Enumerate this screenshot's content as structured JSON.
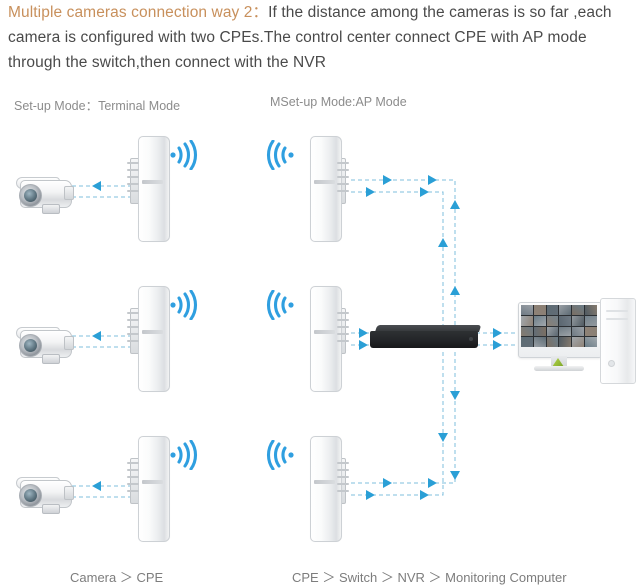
{
  "header": {
    "title": "Multiple cameras connection way 2",
    "colon": "：",
    "body": "If the distance among the cameras is so far ,each camera is configured with two CPEs.The control center connect CPE with AP mode through the switch,then connect with the NVR",
    "title_color": "#c8905c",
    "body_color": "#4a4a4a"
  },
  "labels": {
    "left": "Set-up Mode：Terminal Mode",
    "right": "MSet-up Mode:AP Mode"
  },
  "captions": {
    "left": "Camera ＞ CPE",
    "right": "CPE ＞ Switch ＞ NVR ＞ Monitoring Computer"
  },
  "colors": {
    "link": "#3aa7d4",
    "arrow": "#2a9fd6",
    "wifi": "#2f9fe0",
    "nvr": "#232528",
    "label_text": "#8c8c8c"
  },
  "devices": {
    "cameras": [
      {
        "name": "camera-row-1",
        "row": 1
      },
      {
        "name": "camera-row-2",
        "row": 2
      },
      {
        "name": "camera-row-3",
        "row": 3
      }
    ],
    "cpe_terminal": [
      {
        "name": "cpe-terminal-row-1",
        "mode": "Terminal Mode",
        "row": 1
      },
      {
        "name": "cpe-terminal-row-2",
        "mode": "Terminal Mode",
        "row": 2
      },
      {
        "name": "cpe-terminal-row-3",
        "mode": "Terminal Mode",
        "row": 3
      }
    ],
    "cpe_ap": [
      {
        "name": "cpe-ap-row-1",
        "mode": "AP Mode",
        "row": 1
      },
      {
        "name": "cpe-ap-row-2",
        "mode": "AP Mode",
        "row": 2
      },
      {
        "name": "cpe-ap-row-3",
        "mode": "AP Mode",
        "row": 3
      }
    ],
    "nvr": {
      "name": "nvr-switch",
      "label": "NVR"
    },
    "monitor": {
      "name": "monitoring-computer",
      "label": "Monitoring Computer",
      "channels": 24
    },
    "tower": {
      "name": "pc-tower",
      "label": "PC"
    }
  },
  "icons": {
    "wifi": "wifi-signal-icon",
    "arrow": "arrow-triangle-icon"
  }
}
